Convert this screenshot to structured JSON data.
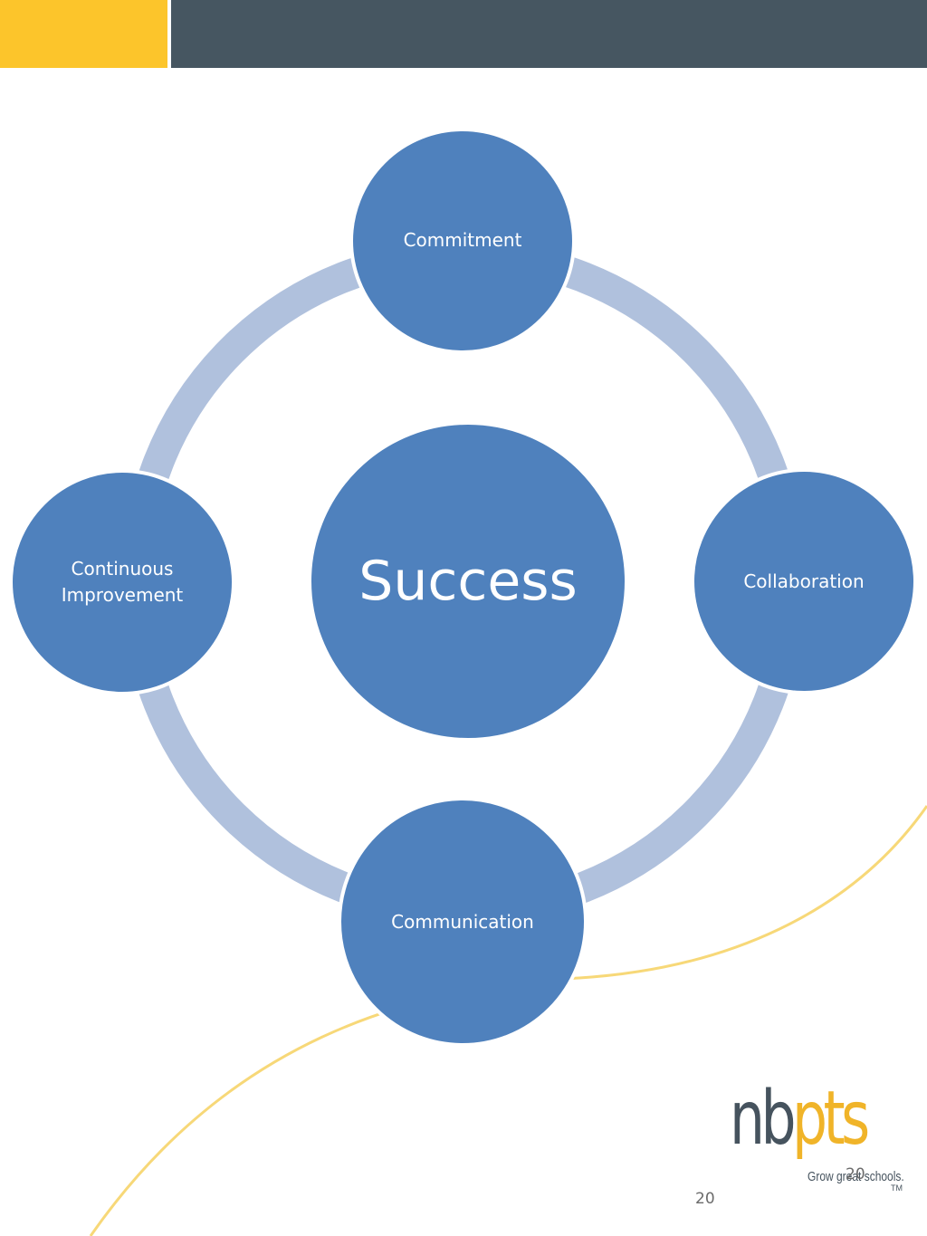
{
  "header": {
    "accent_color": "#fcc52b",
    "bar_color": "#465661"
  },
  "diagram": {
    "center": {
      "label": "Success"
    },
    "nodes": [
      {
        "id": "top",
        "label": "Commitment"
      },
      {
        "id": "right",
        "label": "Collaboration"
      },
      {
        "id": "bottom",
        "label": "Communication"
      },
      {
        "id": "left",
        "label_lines": [
          "Continuous",
          "Improvement"
        ]
      }
    ],
    "colors": {
      "node_fill": "#4f81bd",
      "ring": "#b0c1dd",
      "node_border": "#ffffff"
    }
  },
  "logo": {
    "part1": "nb",
    "part2": "pts",
    "tagline": "Grow great schools.",
    "tm": "TM",
    "overlay_number": "20"
  },
  "footer": {
    "page_number": "20"
  }
}
